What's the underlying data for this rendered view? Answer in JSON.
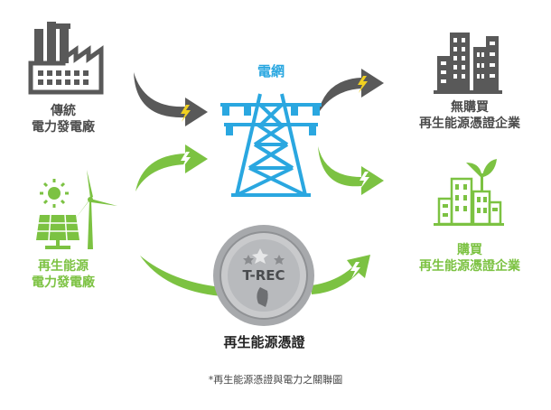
{
  "colors": {
    "gray": "#595959",
    "green": "#7cc242",
    "blue": "#2aa7e0",
    "bolt": "#f0d020",
    "coin": "#a7a9ac"
  },
  "labels": {
    "conventional_plant": [
      "傳統",
      "電力發電廠"
    ],
    "renewable_plant": [
      "再生能源",
      "電力發電廠"
    ],
    "grid": "電網",
    "no_purchase": [
      "無購買",
      "再生能源憑證企業"
    ],
    "purchase": [
      "購買",
      "再生能源憑證企業"
    ],
    "certificate": "再生能源憑證",
    "coin_text": "T-REC",
    "footnote": "*再生能源憑證與電力之關聯圖"
  }
}
